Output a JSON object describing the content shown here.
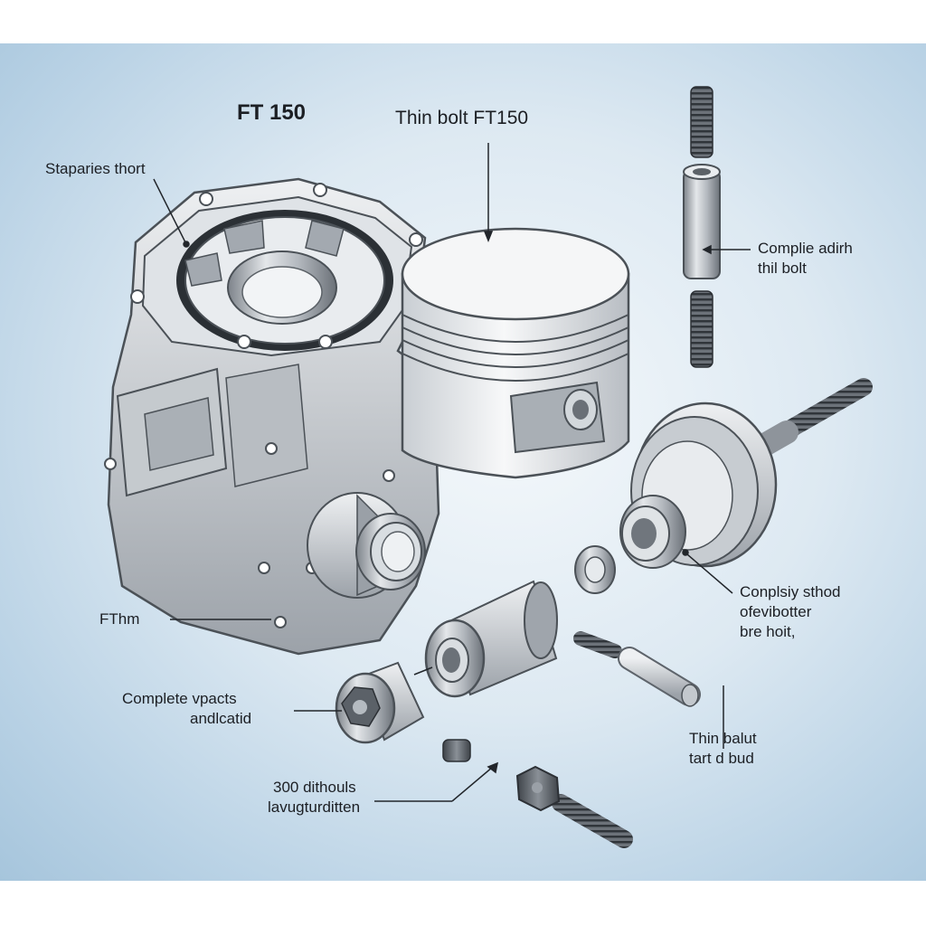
{
  "diagram": {
    "title": "FT 150",
    "labels": {
      "top_center": "Thin bolt FT150",
      "top_left": "Staparies thort",
      "top_right_line1": "Complie adirh",
      "top_right_line2": "thil bolt",
      "mid_left": "FThm",
      "mid_right_line1": "Conplsiy sthod",
      "mid_right_line2": "ofevibotter",
      "mid_right_line3": "bre hoit,",
      "low_left_line1": "Complete vpacts",
      "low_left_line2": "andlcatid",
      "low_right_line1": "Thin balut",
      "low_right_line2": "tart d bud",
      "bottom_line1": "300 dithouls",
      "bottom_line2": "lavugturditten"
    }
  },
  "colors": {
    "background_center": "#f4f8fb",
    "background_edge": "#a6c5dc",
    "metal_light": "#e3e6ea",
    "metal_mid": "#aeb4bb",
    "metal_dark": "#5e646b",
    "line": "#22262b"
  }
}
